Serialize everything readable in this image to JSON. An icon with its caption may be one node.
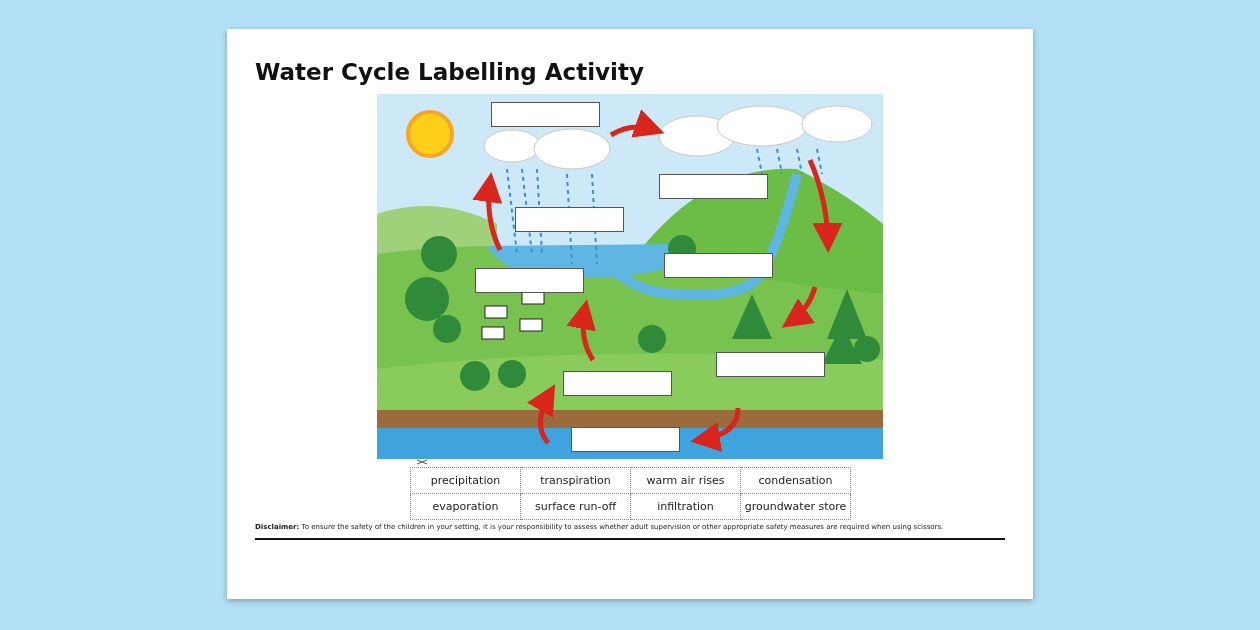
{
  "diagram": {
    "title": "Water Cycle Labelling Activity",
    "nodes": [
      {
        "text": [],
        "shape": "box"
      },
      {
        "text": [],
        "shape": "box"
      },
      {
        "text": [],
        "shape": "box"
      },
      {
        "text": [],
        "shape": "box"
      },
      {
        "text": [],
        "shape": "box"
      },
      {
        "text": [],
        "shape": "box"
      },
      {
        "text": [],
        "shape": "box"
      },
      {
        "text": [],
        "shape": "box"
      }
    ],
    "edges": [],
    "labels": [
      "precipitation",
      "transpiration",
      "warm air rises",
      "condensation",
      "evaporation",
      "surface run-off",
      "infiltration",
      "groundwater store",
      "**Disclaimer:** To ensure the safety of the children in your setting, it is your responsibility to assess whether adult supervision or other appropriate safety measures are required when using scissors."
    ]
  }
}
